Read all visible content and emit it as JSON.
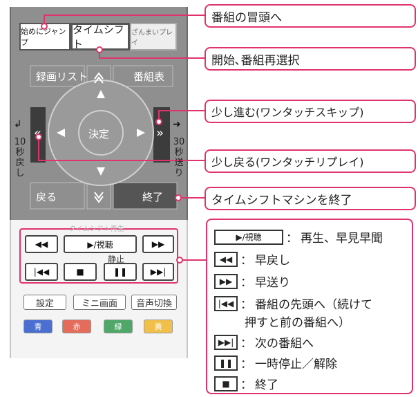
{
  "remote": {
    "start_jump": "始めにジャンプ",
    "time_shift": "タイムシフト",
    "zanmai_play": "ざんまいプレイ",
    "record_list": "録画リスト",
    "program_guide": "番組表",
    "decide": "決定",
    "back": "戻る",
    "end": "終了",
    "skip_back_label": "10\n秒\n戻\nし",
    "skip_fwd_label": "30\n秒\n送\nり",
    "play_small": "▶/視聴",
    "still": "静止",
    "playback_ghost": "タイムシフト再生",
    "settings": "設定",
    "mini_screen": "ミニ画面",
    "audio_switch": "音声切換",
    "blue": "青",
    "red": "赤",
    "green": "緑",
    "yellow": "黄",
    "colors": {
      "blue": "#4a6fd0",
      "red": "#e56b5b",
      "green": "#4fa868",
      "yellow": "#f0c04a",
      "accent": "#e0336d"
    }
  },
  "callouts": {
    "to_program_start": "番組の冒頭へ",
    "start_select": "開始､番組再選択",
    "skip_forward": "少し進む(ワンタッチスキップ)",
    "skip_back": "少し戻る(ワンタッチリプレイ)",
    "end_timeshift": "タイムシフトマシンを終了"
  },
  "legend": {
    "play_key": "▶/視聴",
    "play_desc": "再生、早見早聞",
    "rew_desc": "早戻し",
    "ff_desc": "早送り",
    "prev_desc_1": "番組の先頭へ（続けて",
    "prev_desc_2": "押すと前の番組へ）",
    "next_desc": "次の番組へ",
    "pause_desc": "一時停止／解除",
    "stop_desc": "終了",
    "colon": "："
  }
}
